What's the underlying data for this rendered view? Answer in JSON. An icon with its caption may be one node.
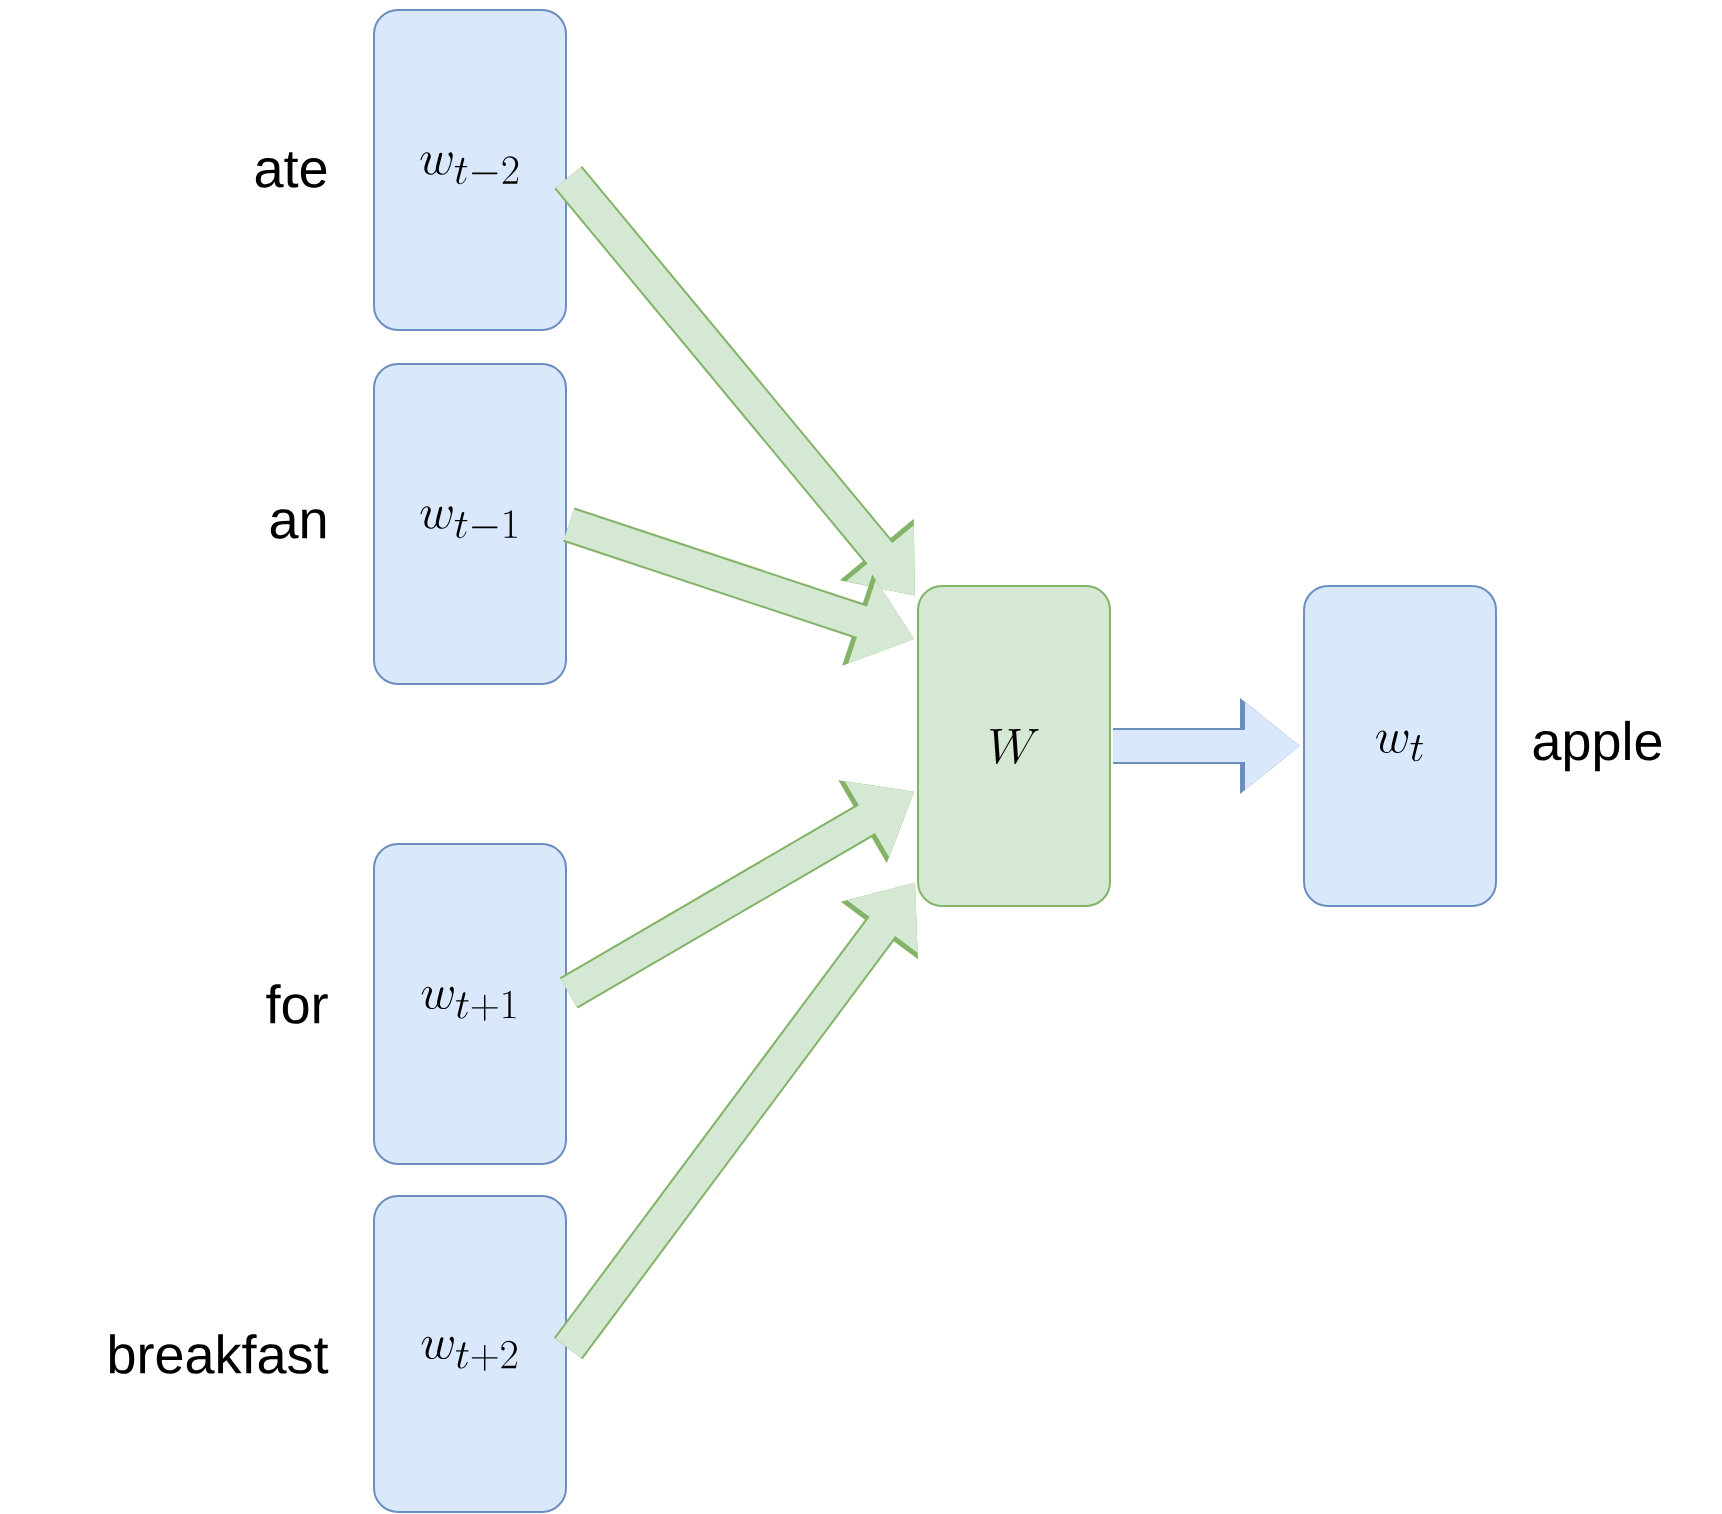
{
  "diagram": {
    "nodes": [
      {
        "text": [
          "w_{t-2}"
        ],
        "beside": [
          "ate"
        ]
      },
      {
        "text": [
          "w_{t-1}"
        ],
        "beside": [
          "an"
        ]
      },
      {
        "text": [
          "w_{t+1}"
        ],
        "beside": [
          "for"
        ]
      },
      {
        "text": [
          "w_{t+2}"
        ],
        "beside": [
          "breakfast"
        ]
      },
      {
        "text": [
          "W"
        ]
      },
      {
        "text": [
          "w_t"
        ],
        "beside": [
          "apple"
        ]
      }
    ],
    "edges": [
      {
        "from": 0,
        "to": 4,
        "arrow": "to"
      },
      {
        "from": 1,
        "to": 4,
        "arrow": "to"
      },
      {
        "from": 2,
        "to": 4,
        "arrow": "to"
      },
      {
        "from": 3,
        "to": 4,
        "arrow": "to"
      },
      {
        "from": 4,
        "to": 5,
        "arrow": "to",
        "color": "#dae8fc"
      }
    ]
  }
}
